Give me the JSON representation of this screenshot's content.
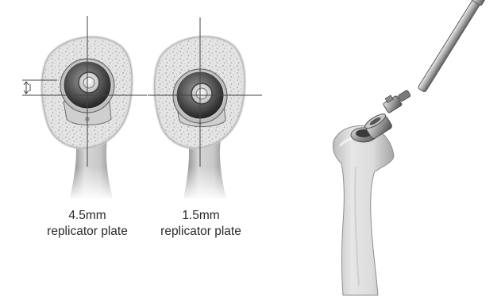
{
  "labels": {
    "left": {
      "size": "4.5mm",
      "name": "replicator plate"
    },
    "right": {
      "size": "1.5mm",
      "name": "replicator plate"
    }
  },
  "colors": {
    "bone": "#dcdcdc",
    "bone_shadow": "#9a9a9a",
    "cancellous": "#e7e7e7",
    "metal_dark": "#3a3a3a",
    "metal_mid": "#8a8a8a",
    "metal_light": "#d6d6d6",
    "crosshair": "#444444"
  }
}
